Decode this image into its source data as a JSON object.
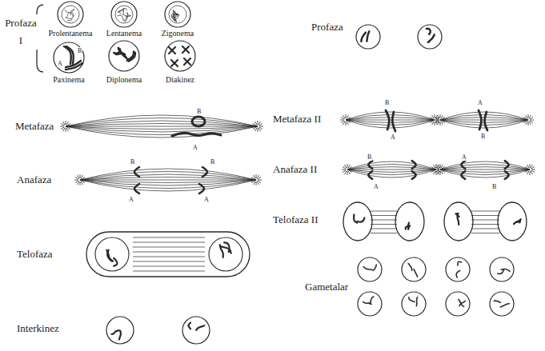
{
  "diagram": {
    "labels": [
      "Profaza I",
      "Prolentanema",
      "Lentanema",
      "Zigonema",
      "Profaza",
      "B",
      "A",
      "Paxinema",
      "Diplonema",
      "Diakinez",
      "Metafaza II",
      "B",
      "A",
      "A",
      "B",
      "Metafaza",
      "B",
      "A",
      "Anafaza II",
      "B",
      "A",
      "A",
      "B",
      "Anafaza",
      "B",
      "B",
      "A",
      "A",
      "Telofaza II",
      "Telofaza",
      "Gametalar",
      "Interkinez"
    ]
  }
}
